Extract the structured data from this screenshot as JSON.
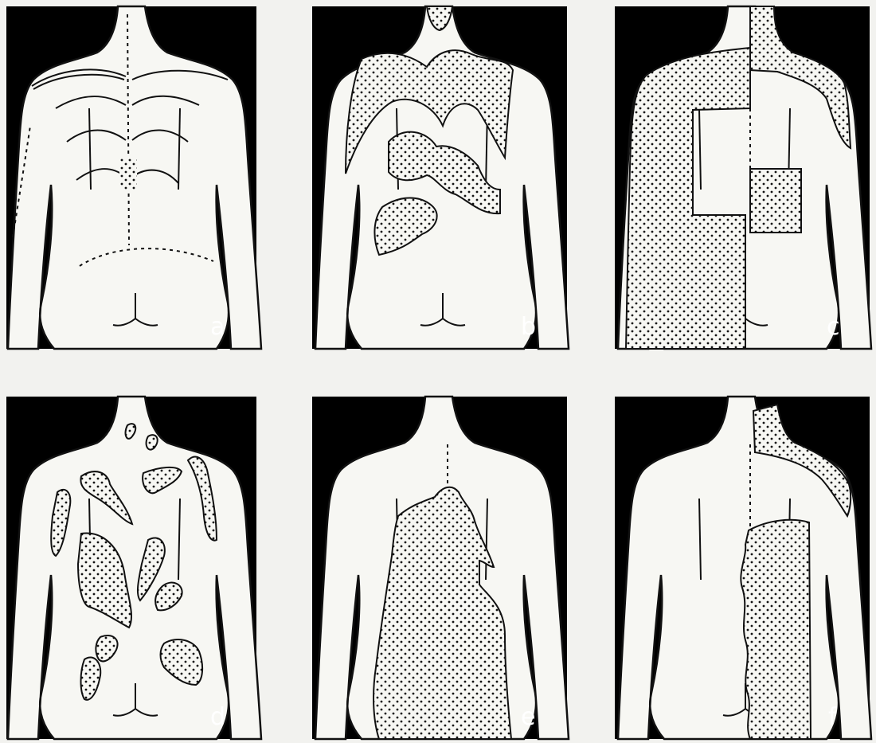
{
  "figure": {
    "panels": [
      {
        "id": "a",
        "label": "a"
      },
      {
        "id": "b",
        "label": "b"
      },
      {
        "id": "c",
        "label": "c"
      },
      {
        "id": "d",
        "label": "d"
      },
      {
        "id": "e",
        "label": "e"
      },
      {
        "id": "f",
        "label": "f"
      }
    ]
  },
  "colors": {
    "background": "#f2f2ef",
    "panel_fill": "#000000",
    "silhouette": "#f7f7f3",
    "outline": "#111111",
    "label": "#ffffff"
  }
}
